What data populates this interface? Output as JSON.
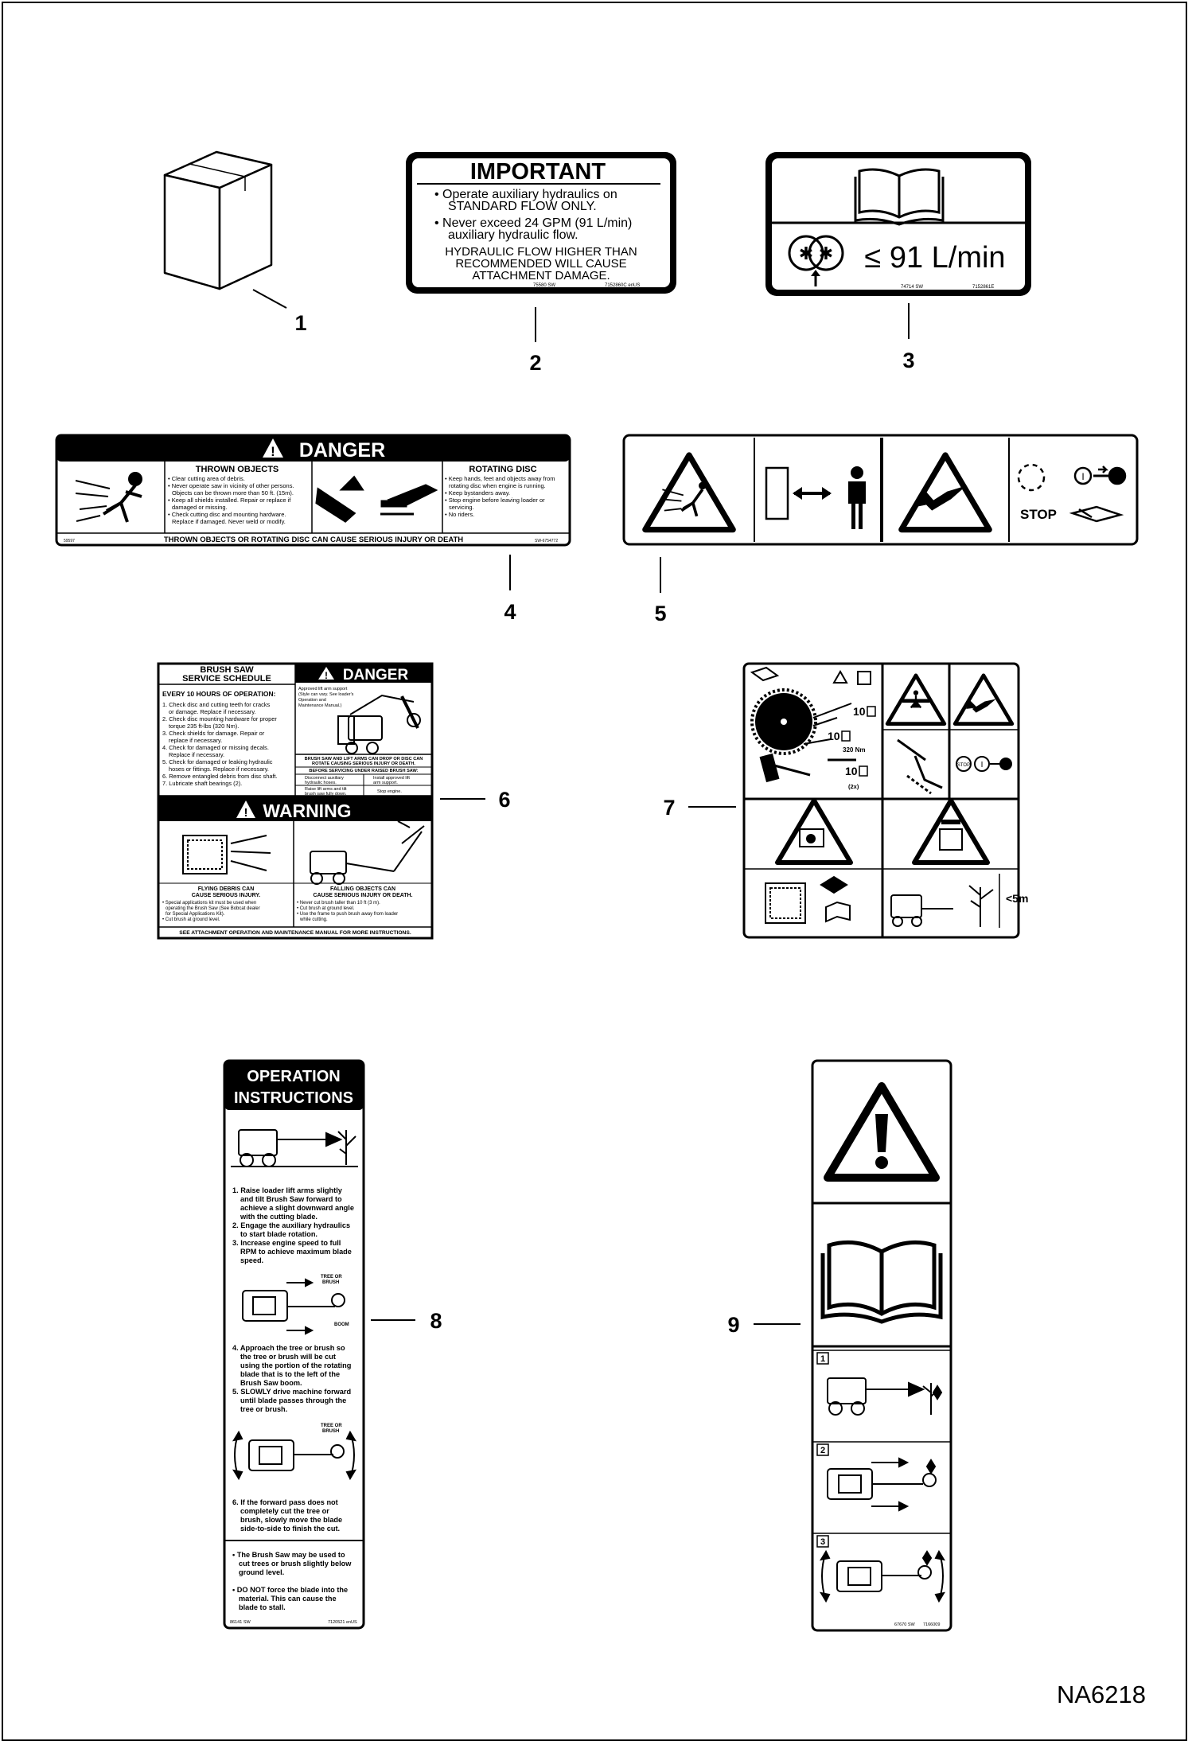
{
  "callouts": [
    "1",
    "2",
    "3",
    "4",
    "5",
    "6",
    "7",
    "8",
    "9"
  ],
  "drawing_id": "NA6218",
  "decal2": {
    "title": "IMPORTANT",
    "bullet1_l1": "• Operate auxiliary hydraulics on",
    "bullet1_l2": "STANDARD FLOW ONLY.",
    "bullet2_l1": "• Never exceed 24 GPM (91 L/min)",
    "bullet2_l2": "auxiliary hydraulic flow.",
    "caution_l1": "HYDRAULIC FLOW HIGHER THAN",
    "caution_l2": "RECOMMENDED WILL CAUSE",
    "caution_l3": "ATTACHMENT DAMAGE.",
    "part_left": "75580 SW",
    "part_right": "7152860C enUS"
  },
  "decal3": {
    "flow": "≤ 91 L/min",
    "part_left": "74714 SW",
    "part_right": "7152861E"
  },
  "decal4": {
    "header": "DANGER",
    "col1_title": "THROWN OBJECTS",
    "col1_lines": [
      "• Clear cutting area of debris.",
      "• Never operate saw in vicinity of other persons.",
      "Objects can be thrown more than 50 ft. (15m).",
      "• Keep all shields installed. Repair or replace if",
      "damaged or missing.",
      "• Check cutting disc and mounting hardware.",
      "Replace if damaged. Never weld or modify."
    ],
    "col3_title": "ROTATING DISC",
    "col3_lines": [
      "• Keep hands, feet and objects away from",
      "rotating disc when engine is running.",
      "• Keep bystanders away.",
      "• Stop engine before leaving loader or",
      "servicing.",
      "• No riders."
    ],
    "footer": "THROWN OBJECTS OR ROTATING DISC CAN CAUSE SERIOUS INJURY OR DEATH",
    "part_left": "59597",
    "part_right": "SW-6754772"
  },
  "decal5": {
    "stop": "STOP"
  },
  "decal6": {
    "title_l1": "BRUSH SAW",
    "title_l2": "SERVICE SCHEDULE",
    "danger": "DANGER",
    "schedule_heading": "EVERY 10 HOURS OF OPERATION:",
    "schedule_lines": [
      "1. Check disc and cutting teeth for cracks",
      "or damage. Replace if necessary.",
      "2. Check disc mounting hardware for proper",
      "torque 235 ft-lbs (320 Nm).",
      "3. Check shields for damage. Repair or",
      "replace if necessary.",
      "4. Check for damaged or missing decals.",
      "Replace if necessary.",
      "5. Check for damaged or leaking hydraulic",
      "hoses or fittings. Replace if necessary.",
      "6. Remove entangled debris from disc shaft.",
      "7. Lubricate shaft bearings (2)."
    ],
    "support_note": [
      "Approved lift arm support",
      "(Style can vary. See loader's",
      "Operation and",
      "Maintenance Manual.)"
    ],
    "drop_warning_l1": "BRUSH SAW AND LIFT ARMS CAN DROP OR DISC CAN",
    "drop_warning_l2": "ROTATE CAUSING SERIOUS INJURY OR DEATH.",
    "before_servicing": "BEFORE SERVICING UNDER RAISED BRUSH SAW:",
    "step1": [
      "Disconnect auxiliary",
      "hydraulic hoses."
    ],
    "step2": [
      "Install approved lift",
      "arm support."
    ],
    "step3": [
      "Raise lift arms and tilt",
      "brush saw fully down."
    ],
    "step4": "Stop engine.",
    "warning": "WARNING",
    "left_heading_l1": "FLYING DEBRIS CAN",
    "left_heading_l2": "CAUSE SERIOUS INJURY.",
    "left_lines": [
      "• Special applications kit must be used when",
      "operating the Brush Saw (See Bobcat dealer",
      "for Special Applications Kit).",
      "• Cut brush at ground level."
    ],
    "right_heading_l1": "FALLING OBJECTS CAN",
    "right_heading_l2": "CAUSE SERIOUS INJURY OR DEATH.",
    "right_lines": [
      "• Never cut brush taller than 10 ft (3 m).",
      "• Cut brush at ground level.",
      "• Use the frame to push brush away from loader",
      "while cutting."
    ],
    "footer": "SEE ATTACHMENT OPERATION AND MAINTENANCE MANUAL FOR MORE INSTRUCTIONS."
  },
  "decal7": {
    "hours_a": "10",
    "hours_b": "10",
    "hours_c": "10",
    "torque": "320 Nm",
    "count": "(2x)",
    "stop": "STOP",
    "height": "<5m"
  },
  "decal8": {
    "title_l1": "OPERATION",
    "title_l2": "INSTRUCTIONS",
    "steps_a": [
      "1. Raise loader lift arms slightly",
      "and tilt Brush Saw forward to",
      "achieve a slight downward angle",
      "with the cutting blade.",
      "2. Engage the auxiliary hydraulics",
      "to start blade rotation.",
      "3. Increase engine speed to full",
      "RPM to achieve maximum blade",
      "speed."
    ],
    "tree_label_l1": "TREE OR",
    "tree_label_l2": "BRUSH",
    "boom_label": "BOOM",
    "steps_b": [
      "4. Approach the tree or brush so",
      "the tree or brush will be cut",
      "using the portion of the rotating",
      "blade that is to the left of the",
      "Brush Saw boom.",
      "5. SLOWLY drive machine forward",
      "until blade passes through the",
      "tree or brush."
    ],
    "steps_c": [
      "6. If the forward pass does not",
      "completely cut the tree or",
      "brush, slowly move the blade",
      "side-to-side to finish the cut."
    ],
    "notes": [
      "• The Brush Saw may be used to",
      "cut trees or brush slightly below",
      "ground level.",
      "",
      "• DO NOT force the blade into the",
      "material. This can cause the",
      "blade to stall."
    ],
    "part_left": "86141 SW",
    "part_right": "7120521 enUS"
  },
  "decal9": {
    "panel_numbers": [
      "1",
      "2",
      "3"
    ],
    "part_left": "67670 SW",
    "part_right": "7166009"
  }
}
